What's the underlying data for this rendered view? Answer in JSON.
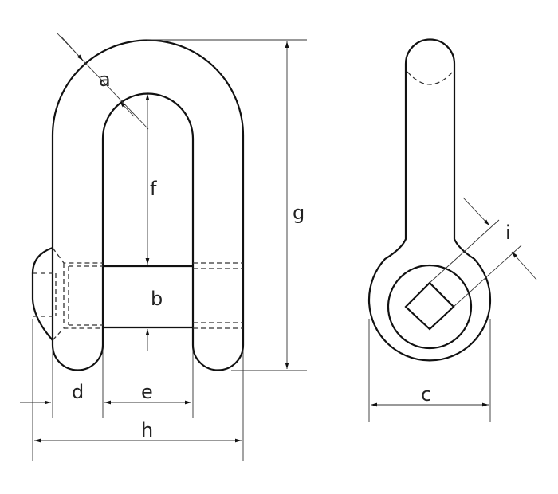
{
  "title": "Shackle dimension drawing",
  "labels": {
    "a": "a",
    "b": "b",
    "c": "c",
    "d": "d",
    "e": "e",
    "f": "f",
    "g": "g",
    "h": "h",
    "i": "i"
  }
}
